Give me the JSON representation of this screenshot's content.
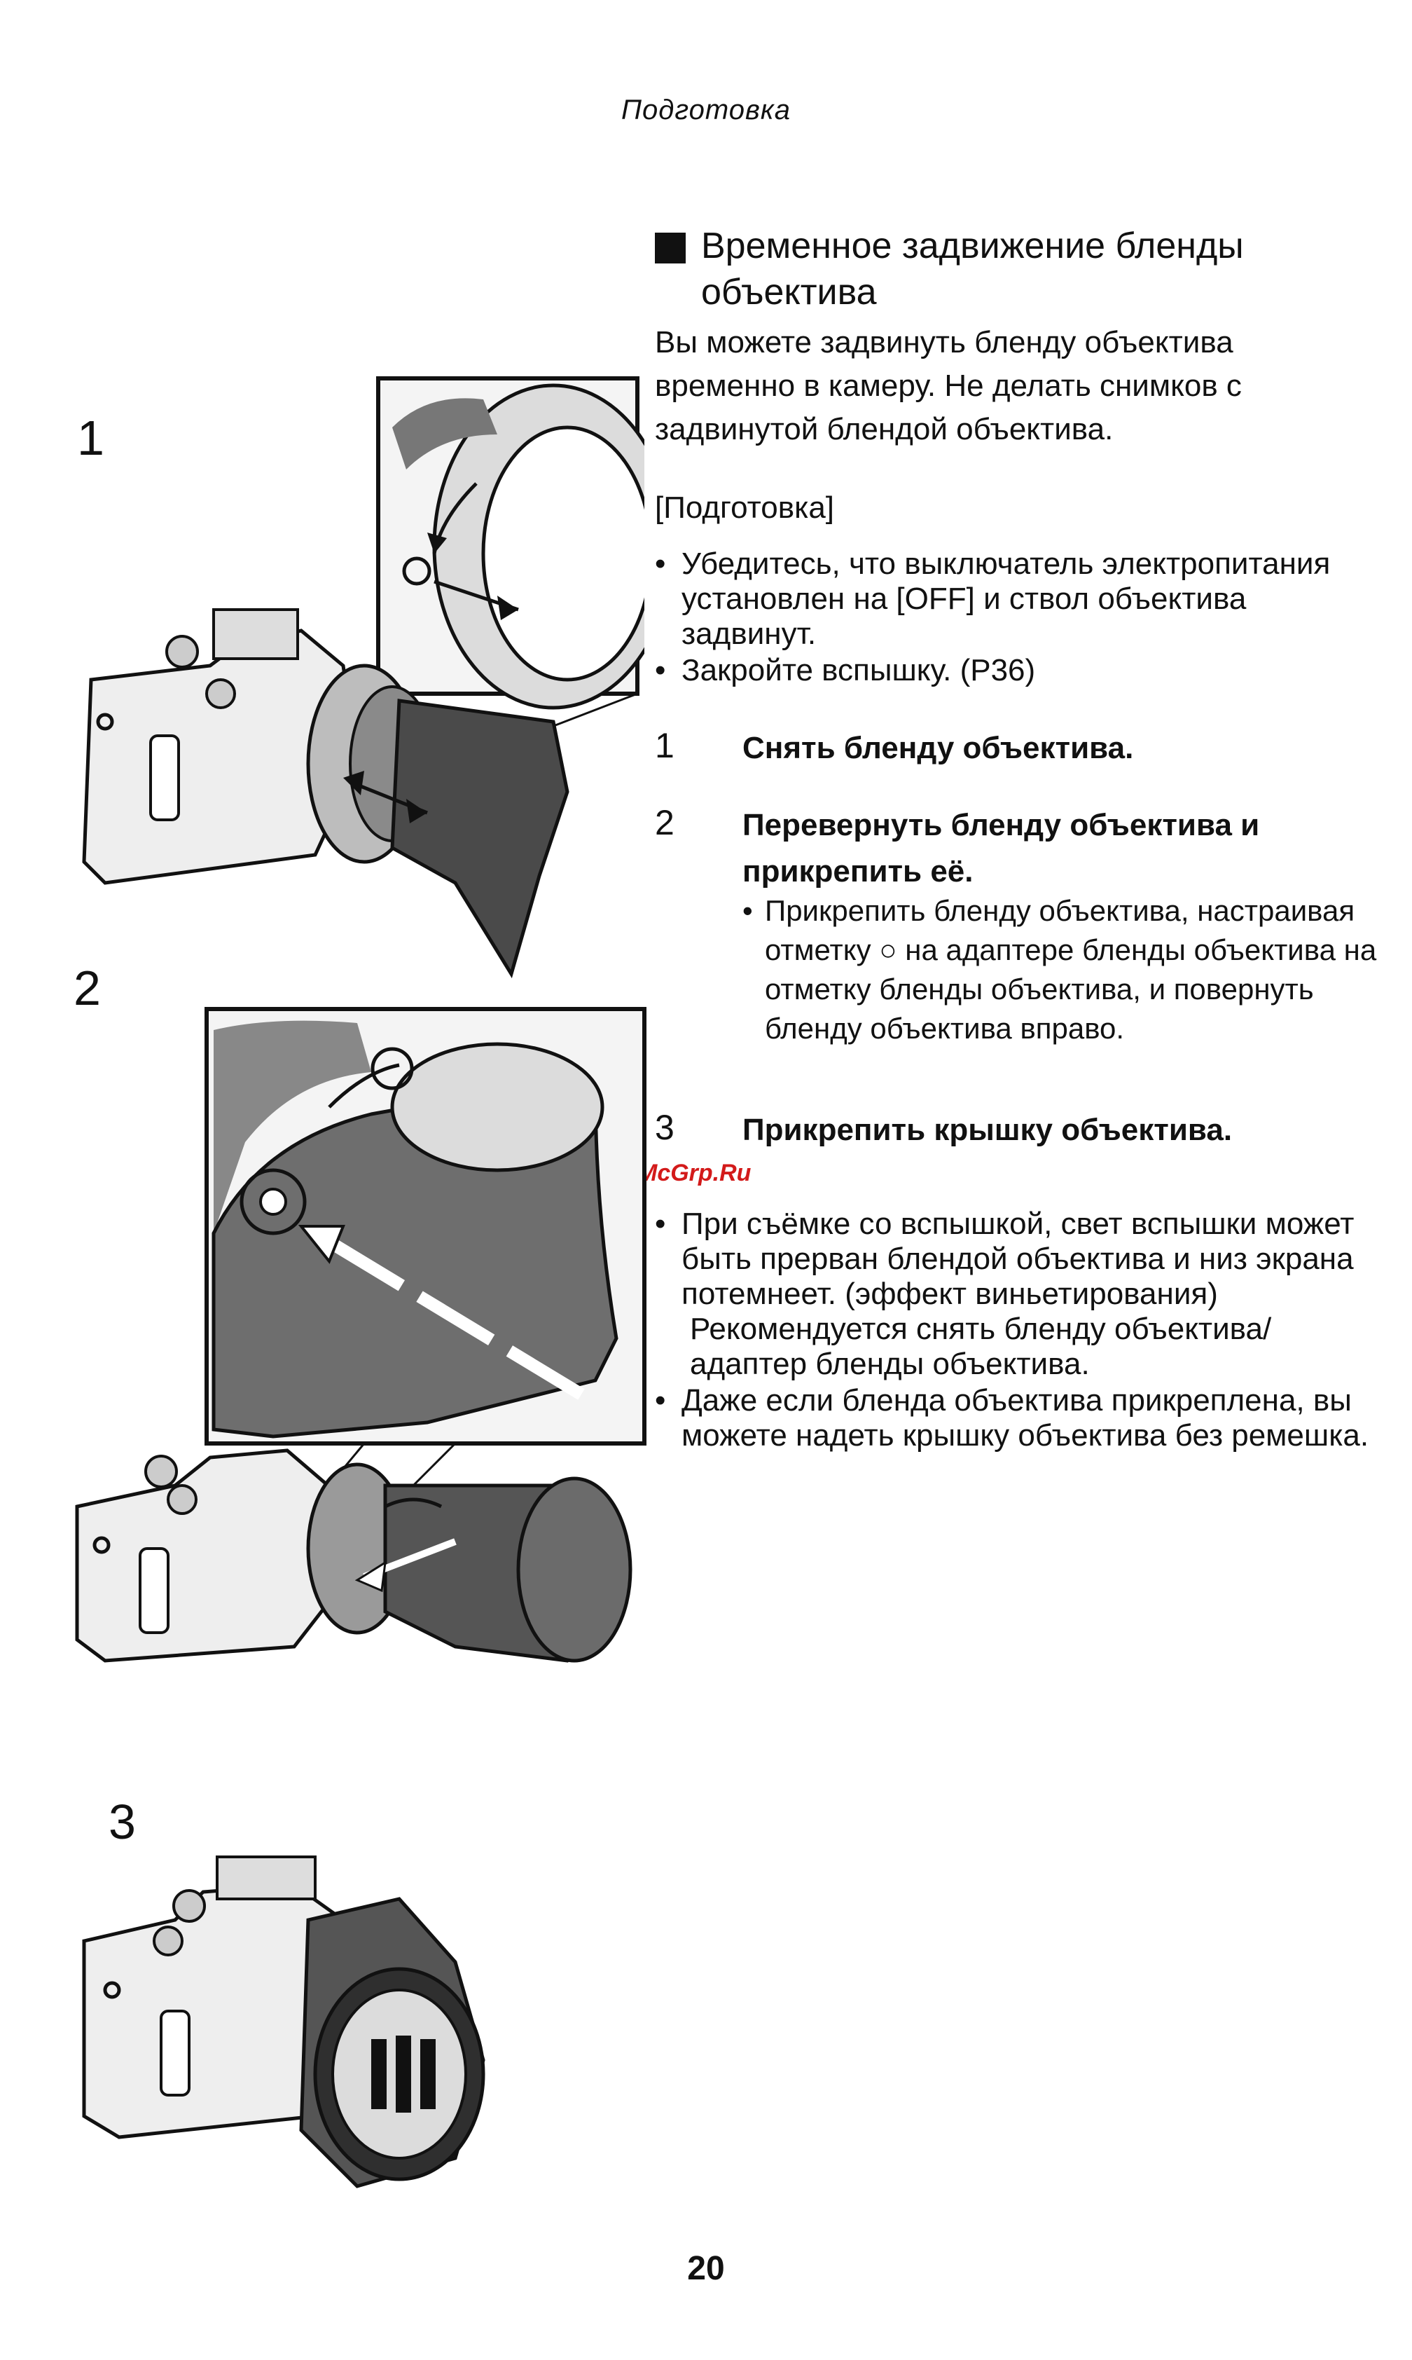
{
  "header": {
    "title": "Подготовка"
  },
  "section": {
    "title_line1": "Временное задвижение бленды",
    "title_line2": "объектива",
    "intro_lines": [
      "Вы можете задвинуть бленду объектива",
      "временно в камеру. Не делать снимков с",
      "задвинутой блендой объектива."
    ]
  },
  "prep": {
    "label": "[Подготовка]",
    "bullets": [
      "Убедитесь, что выключатель электропитания установлен на [OFF] и ствол объектива задвинут.",
      "Закройте вспышку. (P36)"
    ]
  },
  "steps": [
    {
      "num": "1",
      "text": "Снять бленду объектива."
    },
    {
      "num": "2",
      "text": "Перевернуть бленду объектива и прикрепить её.",
      "sub": "Прикрепить бленду объектива, настраивая отметку ○ на адаптере бленды объектива на отметку бленды объектива, и повернуть бленду объектива вправо."
    },
    {
      "num": "3",
      "text": "Прикрепить крышку объектива."
    }
  ],
  "watermark": "McGrp.Ru",
  "notes": {
    "n1_main": "При съёмке со вспышкой, свет вспышки может быть прерван блендой объектива и низ экрана потемнеет. (эффект виньетирования)",
    "n1_extra": "Рекомендуется снять бленду объектива/ адаптер бленды объектива.",
    "n2": "Даже если бленда объектива прикреплена, вы можете надеть крышку объектива без ремешка."
  },
  "figures": {
    "fig1": "1",
    "fig2": "2",
    "fig3": "3"
  },
  "page_number": "20"
}
